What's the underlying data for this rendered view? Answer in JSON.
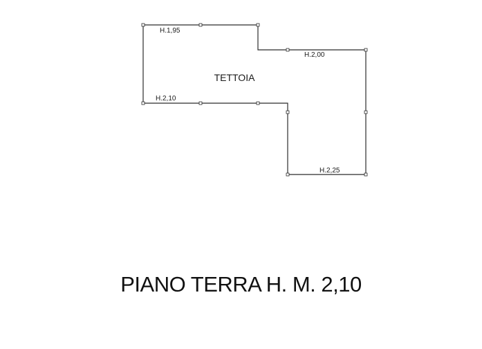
{
  "plan": {
    "room_label": "TETTOIA",
    "heights": {
      "top_left": "H.1,95",
      "top_right": "H.2,00",
      "middle_left": "H.2,10",
      "bottom_right": "H.2,25"
    }
  },
  "floor": {
    "title": "PIANO TERRA H. M. 2,10"
  },
  "colors": {
    "line": "#2b2b2b",
    "text": "#111111",
    "background": "#ffffff"
  }
}
